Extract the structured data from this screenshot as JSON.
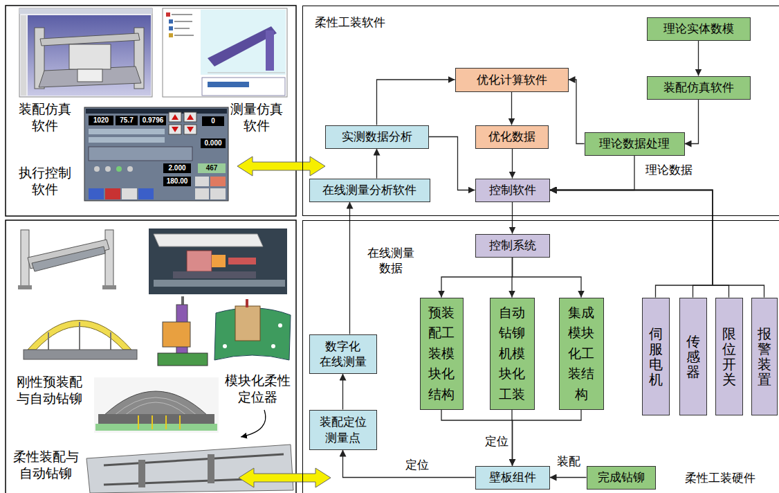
{
  "diagram": {
    "nodes": [
      {
        "text": [
          "柔性工装软件"
        ]
      },
      {
        "text": [
          "理论实体数模"
        ],
        "in": 0
      },
      {
        "text": [
          "装配仿真软件"
        ],
        "in": 0
      },
      {
        "text": [
          "优化计算软件"
        ],
        "in": 0
      },
      {
        "text": [
          "实测数据分析"
        ],
        "in": 0
      },
      {
        "text": [
          "优化数据"
        ],
        "in": 0
      },
      {
        "text": [
          "理论数据处理"
        ],
        "in": 0
      },
      {
        "text": [
          "在线测量分析软件"
        ],
        "in": 0
      },
      {
        "text": [
          "控制软件"
        ],
        "in": 0
      },
      {
        "text": [
          "柔性工装硬件"
        ]
      },
      {
        "text": [
          "控制系统"
        ],
        "in": 9
      },
      {
        "text": [
          "预装配工装模块化结构"
        ],
        "in": 9
      },
      {
        "text": [
          "自动钻铆机模块化工装"
        ],
        "in": 9
      },
      {
        "text": [
          "集成模块化工装结构"
        ],
        "in": 9
      },
      {
        "text": [
          "伺服电机"
        ],
        "in": 9
      },
      {
        "text": [
          "传感器"
        ],
        "in": 9
      },
      {
        "text": [
          "限位开关"
        ],
        "in": 9
      },
      {
        "text": [
          "报警装置"
        ],
        "in": 9
      },
      {
        "text": [
          "数字化 在线测量"
        ],
        "in": 9
      },
      {
        "text": [
          "装配定位 测量点"
        ],
        "in": 9
      },
      {
        "text": [
          "壁板组件"
        ],
        "in": 9
      },
      {
        "text": [
          "完成钻铆"
        ],
        "in": 9
      }
    ],
    "edges": [
      {
        "from": 1,
        "to": 2,
        "arrow": "to"
      },
      {
        "from": 2,
        "to": 6,
        "arrow": "to"
      },
      {
        "from": 6,
        "to": 3,
        "arrow": "to"
      },
      {
        "from": 3,
        "to": 5,
        "arrow": "to"
      },
      {
        "from": 5,
        "to": 8,
        "arrow": "to"
      },
      {
        "from": 4,
        "to": 3,
        "arrow": "to"
      },
      {
        "from": 4,
        "to": 8,
        "arrow": "to"
      },
      {
        "from": 7,
        "to": 4,
        "arrow": "to"
      },
      {
        "from": 6,
        "to": 8,
        "label": "理论数据",
        "arrow": "to"
      },
      {
        "from": 8,
        "to": 10,
        "arrow": "to"
      },
      {
        "from": 10,
        "to": 11,
        "arrow": "to"
      },
      {
        "from": 10,
        "to": 12,
        "arrow": "to"
      },
      {
        "from": 10,
        "to": 13,
        "arrow": "to"
      },
      {
        "from": 11,
        "to": 20,
        "arrow": "to"
      },
      {
        "from": 12,
        "to": 20,
        "label": "定位",
        "arrow": "to"
      },
      {
        "from": 13,
        "to": 20,
        "arrow": "to"
      },
      {
        "from": 21,
        "to": 20,
        "label": "装配",
        "arrow": "to"
      },
      {
        "from": 20,
        "to": 19,
        "label": "定位",
        "arrow": "to"
      },
      {
        "from": 19,
        "to": 18,
        "arrow": "to"
      },
      {
        "from": 18,
        "to": 7,
        "label": "在线测量 数据",
        "arrow": "to"
      },
      {
        "from": 14,
        "to": 8,
        "arrow": "to"
      },
      {
        "from": 15,
        "to": 8,
        "arrow": "to"
      },
      {
        "from": 16,
        "to": 8,
        "arrow": "to"
      },
      {
        "from": 17,
        "to": 8,
        "arrow": "to"
      }
    ],
    "labels": [
      "装配仿真 软件",
      "测量仿真 软件",
      "执行控制 软件",
      "1020",
      "75.7",
      "0.9796",
      "0",
      "0.000",
      "467",
      "2.000",
      "180.00",
      "刚性预装配 与自动钻铆",
      "模块化柔性 定位器",
      "柔性装配与 自动钻铆"
    ]
  }
}
